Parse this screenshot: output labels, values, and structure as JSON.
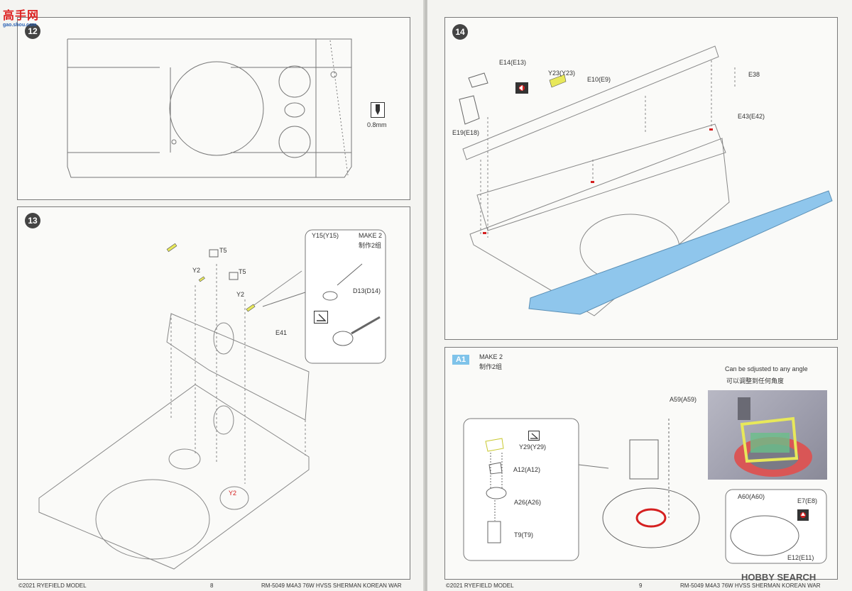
{
  "watermark": {
    "title": "高手网",
    "url": "gao.shou.com",
    "bottom": "HOBBY SEARCH"
  },
  "left_page": {
    "step12": {
      "number": "12",
      "drill_label": "0.8mm"
    },
    "step13": {
      "number": "13",
      "labels": {
        "t5a": "T5",
        "t5b": "T5",
        "y2a": "Y2",
        "y2b": "Y2",
        "e41": "E41",
        "y2red": "Y2"
      },
      "inset": {
        "make": "MAKE 2",
        "make_cn": "制作2组",
        "y15": "Y15(Y15)",
        "d13": "D13(D14)"
      }
    },
    "footer": {
      "brand": "©2021 RYEFIELD MODEL",
      "page": "8",
      "title": "RM-5049 M4A3 76W HVSS SHERMAN KOREAN WAR"
    }
  },
  "right_page": {
    "step14": {
      "number": "14",
      "labels": {
        "e14": "E14(E13)",
        "y23": "Y23(Y23)",
        "e10": "E10(E9)",
        "e38": "E38",
        "e19": "E19(E18)",
        "e43": "E43(E42)"
      }
    },
    "stepA1": {
      "badge": "A1",
      "make": "MAKE 2",
      "make_cn": "制作2组",
      "note": "Can be sdjusted to any angle",
      "note_cn": "可以调整到任何角度",
      "labels": {
        "a59": "A59(A59)",
        "y29": "Y29(Y29)",
        "a12": "A12(A12)",
        "a26": "A26(A26)",
        "t9": "T9(T9)",
        "a60": "A60(A60)",
        "e7": "E7(E8)",
        "e12": "E12(E11)"
      }
    },
    "footer": {
      "brand": "©2021 RYEFIELD MODEL",
      "page": "9",
      "title": "RM-5049 M4A3 76W HVSS SHERMAN KOREAN WAR"
    }
  },
  "colors": {
    "blue_part": "#8fc6ec",
    "yellow_part": "#e8e85a",
    "red_mark": "#d52020",
    "badge": "#7fc3ea"
  }
}
